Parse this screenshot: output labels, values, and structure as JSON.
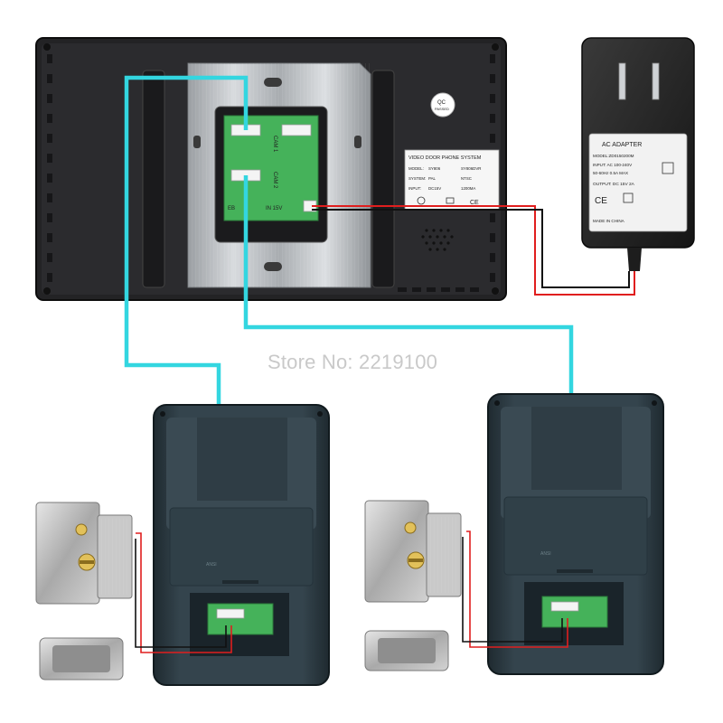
{
  "watermark": "Store No: 2219100",
  "monitor": {
    "pcb_labels": {
      "cam1": "CAM 1",
      "cam2": "CAM 2",
      "power": "IN 15V",
      "lock": "EB"
    },
    "spec_label": {
      "title": "VIDEO DOOR PHONE SYSTEM",
      "row1_label": "MODEL:",
      "row1_a": "SY806",
      "row1_b": "SY806DVR",
      "row2_label": "SYSTEM:",
      "row2_a": "PAL",
      "row2_b": "NTSC",
      "row3_label": "INPUT:",
      "row3_a": "DC15V",
      "row3_b": "1200MA"
    },
    "qc_sticker": {
      "line1": "QC",
      "line2": "PASSED"
    }
  },
  "adapter": {
    "title": "AC ADAPTER",
    "model": "MODEL:ZD0150200M",
    "input1": "INPUT: AC 100-240V",
    "input2": "50-60Hz 0.5A MAX",
    "output": "OUTPUT: DC 15V 2A",
    "made_in": "MADE IN CHINA"
  },
  "camera_units": [
    {
      "label": "ANSI"
    },
    {
      "label": "ANSI"
    }
  ],
  "colors": {
    "signal_cable": "#33d6e0",
    "power_positive": "#e01e1e",
    "power_negative": "#111111",
    "monitor_body": "#1f1f21",
    "camera_body": "#2d3c44",
    "pcb": "#3fae55"
  }
}
